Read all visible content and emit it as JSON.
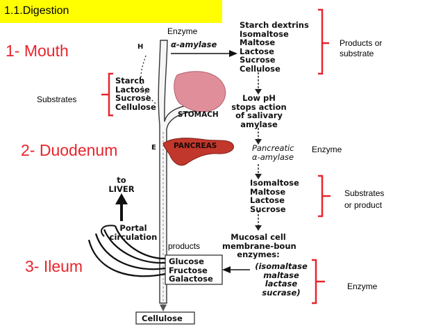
{
  "title": "1.1.Digestion",
  "regions": {
    "mouth": "1- Mouth",
    "duodenum": "2- Duodenum",
    "ileum": "3- Ileum"
  },
  "annotations": {
    "enzyme_top": "Enzyme",
    "products_or_substrate": [
      "Products or",
      "substrate"
    ],
    "substrates": "Substrates",
    "enzyme_mid": "Enzyme",
    "substrates_or_product": [
      "Substrates",
      "or product"
    ],
    "products": "products",
    "enzyme_bottom": "Enzyme"
  },
  "diagram": {
    "letter_h": "H",
    "letter_e": "E",
    "alpha_amylase": "α-amylase",
    "top_products": [
      "Starch dextrins",
      "Isomaltose",
      "Maltose",
      "Lactose",
      "Sucrose",
      "Cellulose"
    ],
    "mouth_substrates": [
      "Starch",
      "Lactose",
      "Sucrose",
      "Cellulose"
    ],
    "stomach": "STOMACH",
    "low_ph": [
      "Low pH",
      "stops action",
      "of salivary",
      "amylase"
    ],
    "pancreas": "PANCREAS",
    "pancreatic_amylase": [
      "Pancreatic",
      "α-amylase"
    ],
    "mid_list": [
      "Isomaltose",
      "Maltose",
      "Lactose",
      "Sucrose"
    ],
    "to_liver": [
      "to",
      "LIVER"
    ],
    "portal": [
      "Portal",
      "circulation"
    ],
    "mucosal": [
      "Mucosal cell",
      "membrane-boun",
      "enzymes:"
    ],
    "mucosal_enzymes": [
      "(isomaltase",
      "maltase",
      "lactase",
      "sucrase)"
    ],
    "monosaccharides": [
      "Glucose",
      "Fructose",
      "Galactose"
    ],
    "cellulose_bottom": "Cellulose"
  },
  "colors": {
    "accent_red": "#e8242c",
    "title_bg": "#ffff00",
    "stomach": "#e08f9a",
    "pancreas": "#c2372c"
  }
}
